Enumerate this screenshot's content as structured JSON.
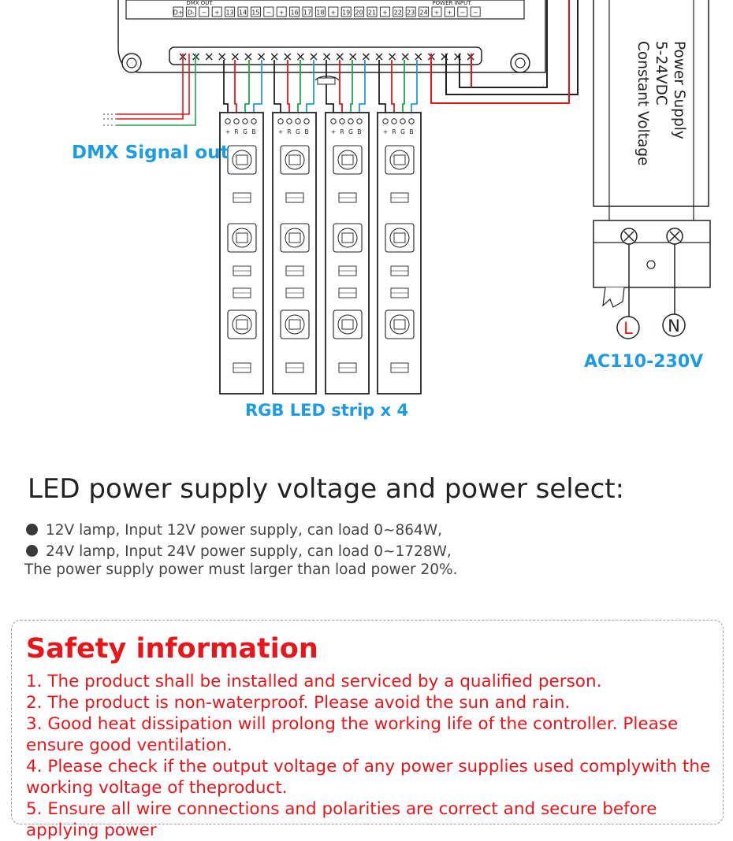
{
  "diagram": {
    "dmx_out_header": "DMX OUT",
    "power_input_header": "POWER INPUT",
    "top_terminals": [
      "D+",
      "D-",
      "−",
      "+",
      "13",
      "14",
      "15",
      "−",
      "+",
      "16",
      "17",
      "18",
      "+",
      "19",
      "20",
      "21",
      "+",
      "22",
      "23",
      "24",
      "+",
      "+",
      "−",
      "−"
    ],
    "strip_pins": [
      "+",
      "R",
      "G",
      "B"
    ],
    "power_supply_lines": [
      "Power Supply",
      "5-24VDC",
      "Constant Voltage"
    ],
    "live_symbol": "L",
    "neutral_symbol": "N",
    "dmx_signal_label": "DMX Signal out",
    "ac_label": "AC110-230V",
    "strip_label": "RGB LED strip x 4",
    "colors": {
      "red": "#e8161b",
      "green": "#1fa84a",
      "blue": "#1d9be3",
      "black": "#222222",
      "label_blue": "#1d9be3"
    }
  },
  "power_select": {
    "title": "LED power supply voltage and power select:",
    "items": [
      "12V lamp, Input 12V power supply, can load 0~864W,",
      "24V lamp, Input 24V power supply, can load 0~1728W,"
    ],
    "note": "The power supply power must larger than load power 20%."
  },
  "safety": {
    "title": "Safety information",
    "items": [
      "1. The product shall be installed and serviced by a qualified person.",
      "2. The product is non-waterproof. Please avoid the sun and rain.",
      "3. Good heat dissipation will prolong the working life of the controller. Please ensure good ventilation.",
      "4. Please check if the output voltage of any power supplies used complywith the working voltage of theproduct.",
      "5. Ensure all wire connections and polarities are correct and secure before applying power"
    ],
    "title_color": "#e8161b"
  }
}
